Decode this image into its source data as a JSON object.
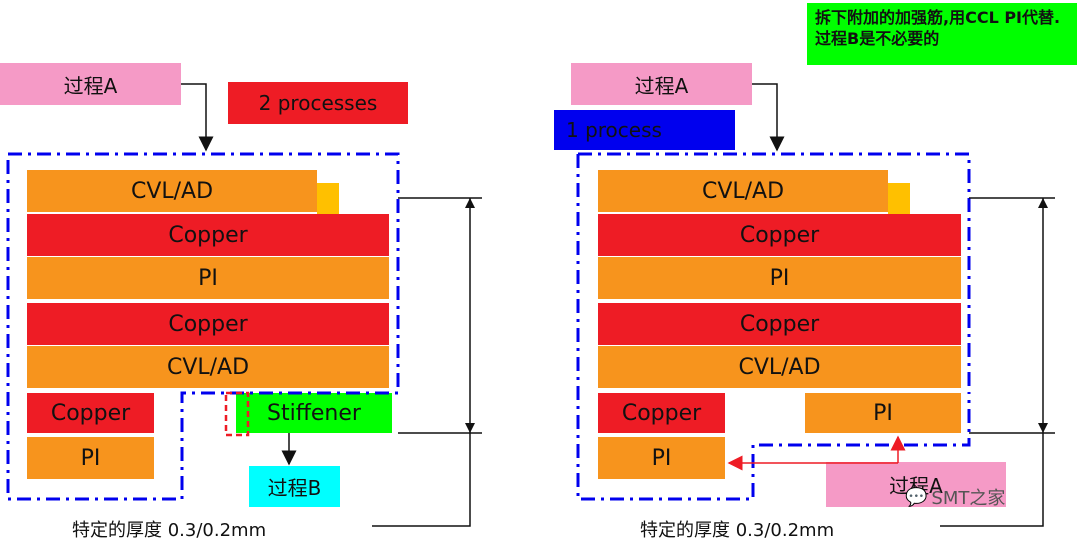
{
  "left": {
    "process_a": "过程A",
    "process_count": "2 processes",
    "layers": [
      "CVL/AD",
      "Copper",
      "PI",
      "Copper",
      "CVL/AD"
    ],
    "bottom_copper": "Copper",
    "bottom_pi": "PI",
    "stiffener": "Stiffener",
    "process_b": "过程B",
    "thickness": "特定的厚度 0.3/0.2mm"
  },
  "right": {
    "note": "拆下附加的加强筋,用CCL PI代替.过程B是不必要的",
    "process_a_top": "过程A",
    "process_count": "1 process",
    "layers": [
      "CVL/AD",
      "Copper",
      "PI",
      "Copper",
      "CVL/AD"
    ],
    "bottom_copper": "Copper",
    "bottom_pi": "PI",
    "side_pi": "PI",
    "process_a_bottom": "过程A",
    "thickness": "特定的厚度 0.3/0.2mm",
    "watermark": "SMT之家"
  },
  "colors": {
    "orange": "#f7941d",
    "red": "#ee1c25",
    "pink": "#f59ac6",
    "blue": "#0000ee",
    "green": "#00ff00",
    "cyan": "#00ffff",
    "yellow": "#ffc000"
  }
}
